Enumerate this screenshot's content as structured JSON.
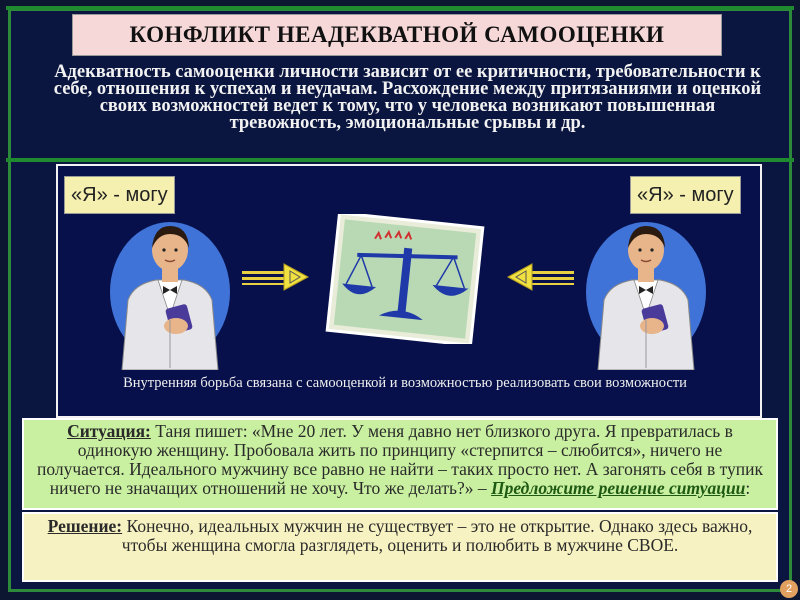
{
  "title": "КОНФЛИКТ НЕАДЕКВАТНОЙ САМООЦЕНКИ",
  "intro": "Адекватность самооценки личности зависит от ее критичности, требовательности к себе, отношения к успехам и неудачам. Расхождение между притязаниями и оценкой своих возможностей ведет к тому, что у человека возникают повышенная тревожность, эмоциональные срывы и др.",
  "left_label": "«Я» - могу",
  "right_label": "«Я» - могу",
  "caption": "Внутренняя борьба связана с самооценкой и возможностью реализовать свои возможности",
  "situation": {
    "heading": "Ситуация:",
    "text": " Таня пишет: «Мне 20 лет. У меня давно нет близкого друга. Я превратилась в одинокую женщину. Пробовала жить по принципу «стерпится – слюбится», ничего не получается. Идеального мужчину все равно не найти – таких просто нет. А загонять себя в тупик ничего не значащих отношений не хочу. Что же делать?» – ",
    "task": "Предложите решение ситуации",
    "colon": ":"
  },
  "solution": {
    "heading": "Решение:",
    "text": " Конечно, идеальных мужчин не существует – это не открытие. Однако здесь важно, чтобы женщина смогла разглядеть, оценить и полюбить в мужчине СВОЕ."
  },
  "page_number": "2",
  "icons": [
    "man-figure-icon",
    "scales-icon",
    "arrow-right-icon",
    "arrow-left-icon"
  ],
  "colors": {
    "background": "#0b1640",
    "accent_green": "#1f8a2f",
    "title_bg": "#f7d8d8",
    "situation_bg": "#c9f0a0",
    "solution_bg": "#f7f2c2"
  }
}
